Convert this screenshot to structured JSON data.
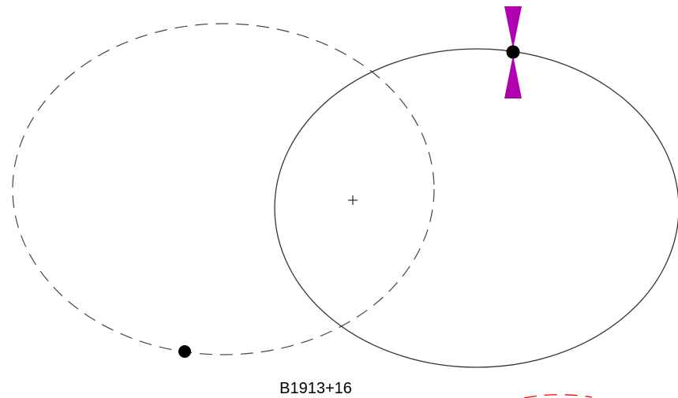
{
  "diagram": {
    "system_name": "B1913+16",
    "colors": {
      "companion_orbit": "#444444",
      "pulsar_orbit": "#333333",
      "beam": "#b000b0",
      "star": "#000000",
      "partial_orbit": "#ff0000",
      "background": "#ffffff"
    },
    "elements": {
      "companion_orbit_style": "dashed",
      "pulsar_orbit_style": "solid",
      "partial_orbit_style": "dashed",
      "center_marker": "plus",
      "beam_icon": "bowtie-beam-icon"
    }
  }
}
